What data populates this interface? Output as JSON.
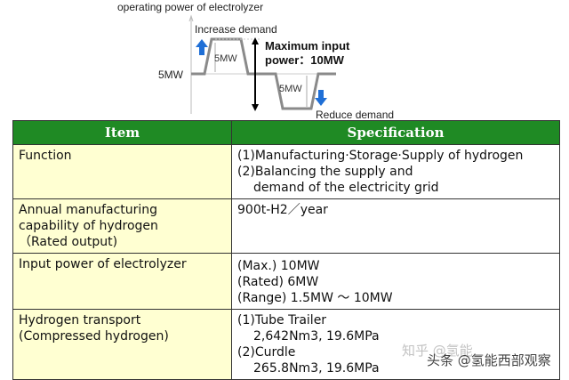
{
  "diagram": {
    "title": "operating power of electrolyzer",
    "increase_label": "Increase demand",
    "reduce_label": "Reduce demand",
    "baseline_label": "5MW",
    "up_delta_label": "5MW",
    "down_delta_label": "5MW",
    "max_label_line1": "Maximum input",
    "max_label_line2": "power：10MW",
    "colors": {
      "arrow": "#1f6fd6",
      "curve": "#8a8a8a"
    }
  },
  "table": {
    "headers": [
      "Item",
      "Specification"
    ],
    "header_color": "#1f8a24",
    "item_bg": "#ffffd2",
    "rows": [
      {
        "item": [
          "Function"
        ],
        "spec": [
          "(1)Manufacturing·Storage·Supply of hydrogen",
          "(2)Balancing the supply and",
          "demand of the electricity grid"
        ]
      },
      {
        "item": [
          "Annual manufacturing",
          "capability of hydrogen",
          "（Rated output)"
        ],
        "spec": [
          "900t-H2／year"
        ]
      },
      {
        "item": [
          "Input power of electrolyzer"
        ],
        "spec": [
          "(Max.) 10MW",
          "(Rated) 6MW",
          "(Range) 1.5MW ～ 10MW"
        ]
      },
      {
        "item": [
          "Hydrogen transport",
          "(Compressed hydrogen)"
        ],
        "spec": [
          "(1)Tube Trailer",
          "2,642Nm3, 19.6MPa",
          "(2)Curdle",
          "265.8Nm3, 19.6MPa"
        ]
      }
    ]
  },
  "watermarks": [
    "知乎 @氢能",
    "头条 @氢能西部观察"
  ]
}
